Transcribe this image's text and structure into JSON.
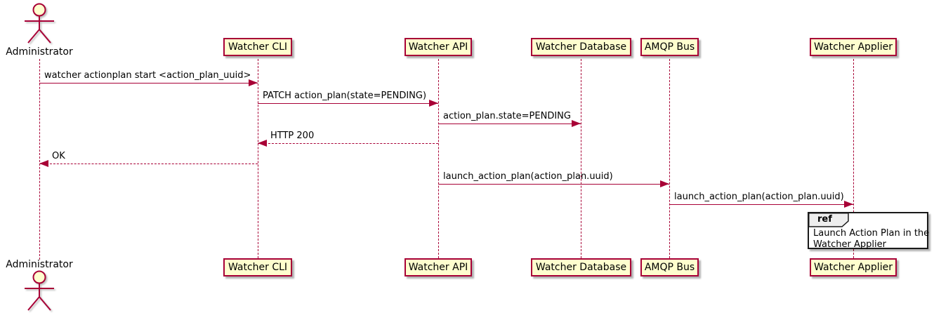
{
  "diagram": {
    "type": "uml-sequence-diagram",
    "theme": {
      "participant_fill": "#FEFECE",
      "participant_border": "#A80036",
      "lifeline_color": "#A80036",
      "arrow_color": "#A80036",
      "text_color": "#000000",
      "ref_fill": "#FFFFFF",
      "ref_border": "#000000",
      "ref_tag_fill": "#EEEEEE"
    }
  },
  "participants": [
    {
      "name": "Administrator",
      "kind": "actor"
    },
    {
      "name": "Watcher CLI",
      "kind": "participant"
    },
    {
      "name": "Watcher API",
      "kind": "participant"
    },
    {
      "name": "Watcher Database",
      "kind": "participant"
    },
    {
      "name": "AMQP Bus",
      "kind": "participant"
    },
    {
      "name": "Watcher Applier",
      "kind": "participant"
    }
  ],
  "messages": [
    {
      "from": "Administrator",
      "to": "Watcher CLI",
      "style": "solid",
      "text": "watcher actionplan start <action_plan_uuid>"
    },
    {
      "from": "Watcher CLI",
      "to": "Watcher API",
      "style": "solid",
      "text": "PATCH action_plan(state=PENDING)"
    },
    {
      "from": "Watcher API",
      "to": "Watcher Database",
      "style": "solid",
      "text": "action_plan.state=PENDING"
    },
    {
      "from": "Watcher API",
      "to": "Watcher CLI",
      "style": "dashed",
      "text": "HTTP 200"
    },
    {
      "from": "Watcher CLI",
      "to": "Administrator",
      "style": "dashed",
      "text": "OK"
    },
    {
      "from": "Watcher API",
      "to": "AMQP Bus",
      "style": "solid",
      "text": "launch_action_plan(action_plan.uuid)"
    },
    {
      "from": "AMQP Bus",
      "to": "Watcher Applier",
      "style": "solid",
      "text": "launch_action_plan(action_plan.uuid)"
    }
  ],
  "ref": {
    "tag": "ref",
    "over": "Watcher Applier",
    "line1": "Launch Action Plan in the",
    "line2": "Watcher Applier"
  }
}
